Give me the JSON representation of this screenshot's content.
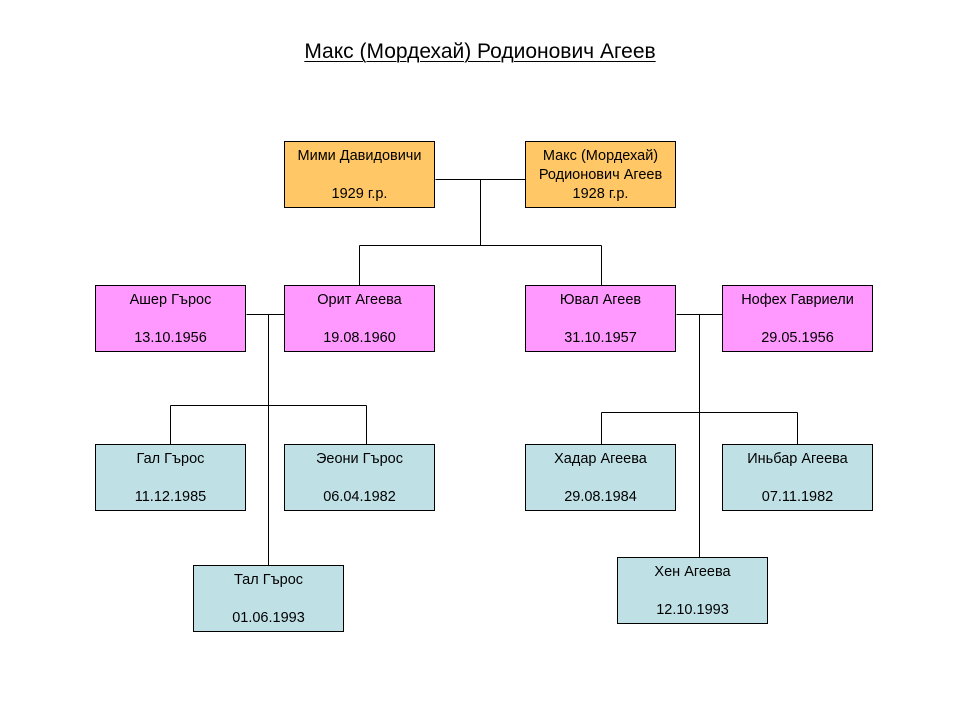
{
  "title": "Макс (Мордехай) Родионович Агеев",
  "colors": {
    "grandparents": "#ffc766",
    "children": "#ff99ff",
    "grandchildren": "#bfe1e6",
    "lines": "#000000"
  },
  "people": {
    "mimi": {
      "name": "Мими Давидовичи",
      "date": "1929 г.р."
    },
    "maks": {
      "name1": "Макс (Мордехай)",
      "name2": "Родионович Агеев",
      "date": "1928 г.р."
    },
    "asher": {
      "name": "Ашер Гърос",
      "date": "13.10.1956"
    },
    "orit": {
      "name": "Орит Агеева",
      "date": "19.08.1960"
    },
    "yuval": {
      "name": "Ювал Агеев",
      "date": "31.10.1957"
    },
    "nofeh": {
      "name": "Нофех Гавриели",
      "date": "29.05.1956"
    },
    "gal": {
      "name": "Гал Гърос",
      "date": "11.12.1985"
    },
    "eoni": {
      "name": "Эеони Гърос",
      "date": "06.04.1982"
    },
    "tal": {
      "name": "Тал Гърос",
      "date": "01.06.1993"
    },
    "hadar": {
      "name": "Хадар Агеева",
      "date": "29.08.1984"
    },
    "inbar": {
      "name": "Иньбар Агеева",
      "date": "07.11.1982"
    },
    "hen": {
      "name": "Хен Агеева",
      "date": "12.10.1993"
    }
  }
}
